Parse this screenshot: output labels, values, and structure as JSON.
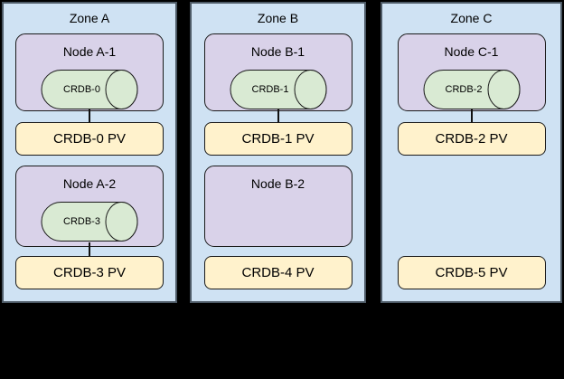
{
  "colors": {
    "page_bg": "#000000",
    "zone_fill": "#cfe2f3",
    "zone_border": "#4d5a66",
    "node_fill": "#d9d2e9",
    "cylinder_fill": "#d9ead3",
    "pv_fill": "#fff2cc",
    "shape_border": "#1a1a1a",
    "text": "#000000"
  },
  "zones": [
    {
      "title": "Zone A",
      "nodes": [
        {
          "label": "Node A-1",
          "pod": "CRDB-0"
        },
        {
          "label": "Node A-2",
          "pod": "CRDB-3"
        }
      ],
      "pvs": [
        "CRDB-0 PV",
        "CRDB-3 PV"
      ]
    },
    {
      "title": "Zone B",
      "nodes": [
        {
          "label": "Node B-1",
          "pod": "CRDB-1"
        },
        {
          "label": "Node B-2"
        }
      ],
      "pvs": [
        "CRDB-1 PV",
        "CRDB-4 PV"
      ]
    },
    {
      "title": "Zone C",
      "nodes": [
        {
          "label": "Node C-1",
          "pod": "CRDB-2"
        }
      ],
      "pvs": [
        "CRDB-2 PV",
        "CRDB-5 PV"
      ]
    }
  ]
}
